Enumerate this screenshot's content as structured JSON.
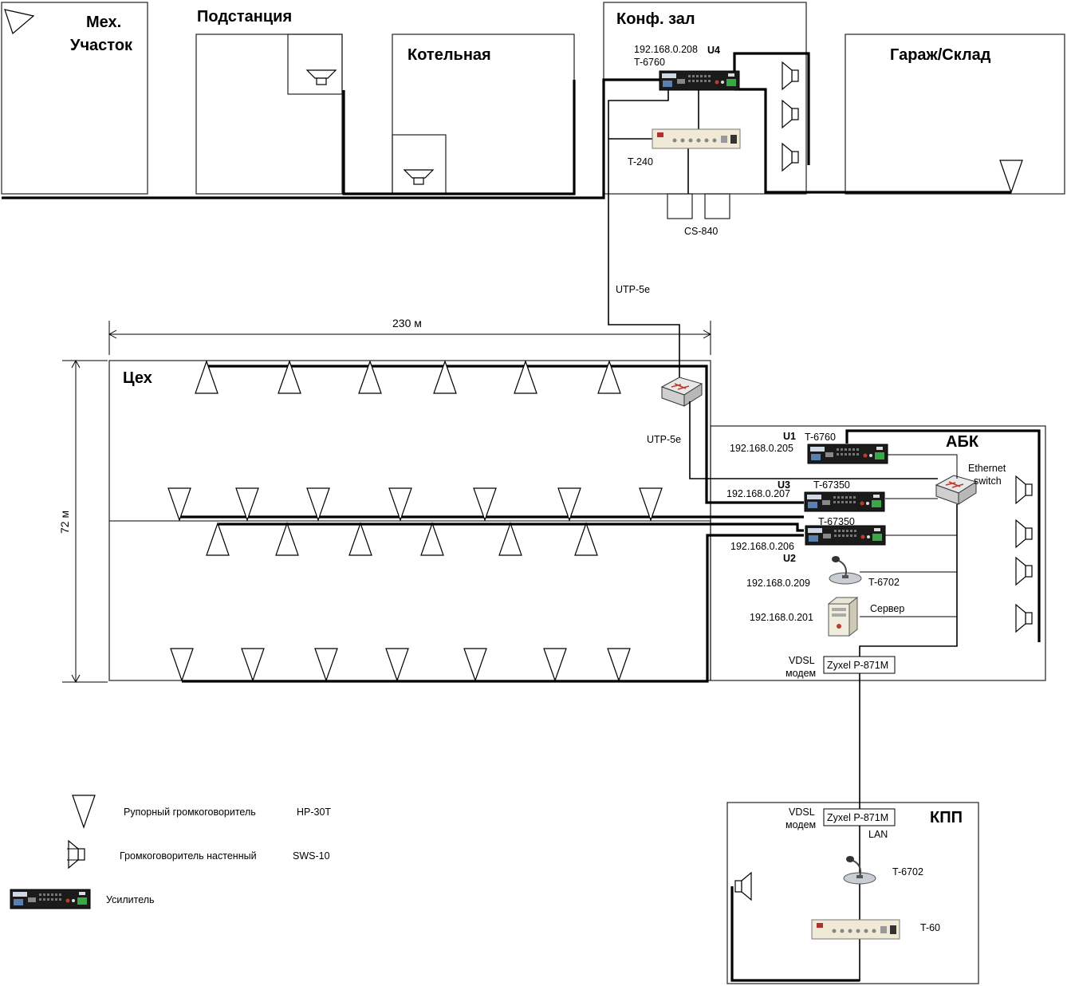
{
  "rooms": {
    "mech": "Мех.",
    "mech2": "Участок",
    "substation": "Подстанция",
    "boiler": "Котельная",
    "conf": "Конф. зал",
    "garage": "Гараж/Склад",
    "shop": "Цех",
    "abk": "АБК",
    "kpp": "КПП"
  },
  "conf_hall": {
    "u4_ip": "192.168.0.208",
    "u4_tag": "U4",
    "u4_model": "T-6760",
    "mixer_model": "T-240",
    "cs_model": "CS-840"
  },
  "cabling": {
    "utp_main": "UTP-5e",
    "utp_shop": "UTP-5e"
  },
  "dimensions": {
    "width_label": "230 м",
    "height_label": "72 м"
  },
  "abk": {
    "u1_tag": "U1",
    "u1_model": "T-6760",
    "u1_ip": "192.168.0.205",
    "u3_tag": "U3",
    "u3_model": "T-67350",
    "u3_ip": "192.168.0.207",
    "u2_model": "T-67350",
    "u2_ip": "192.168.0.206",
    "u2_tag": "U2",
    "mic_ip": "192.168.0.209",
    "mic_model": "T-6702",
    "server_ip": "192.168.0.201",
    "server_label": "Сервер",
    "switch_line1": "Ethernet",
    "switch_line2": "switch",
    "vdsl_line1": "VDSL",
    "vdsl_line2": "модем",
    "modem_model": "Zyxel P-871M"
  },
  "kpp": {
    "vdsl_line1": "VDSL",
    "vdsl_line2": "модем",
    "modem_model": "Zyxel P-871M",
    "lan": "LAN",
    "mic_model": "T-6702",
    "amp_model": "T-60"
  },
  "legend": {
    "horn_desc": "Рупорный громкоговоритель",
    "horn_model": "HP-30T",
    "wall_desc": "Громкоговоритель настенный",
    "wall_model": "SWS-10",
    "amp_desc": "Усилитель"
  },
  "colors": {
    "line": "#000000",
    "amp_body": "#1b1b1b",
    "amp_screen": "#5a7fb0",
    "amp_green": "#39a845",
    "amp_red": "#c0392b",
    "mixer_body": "#efe9d6"
  }
}
